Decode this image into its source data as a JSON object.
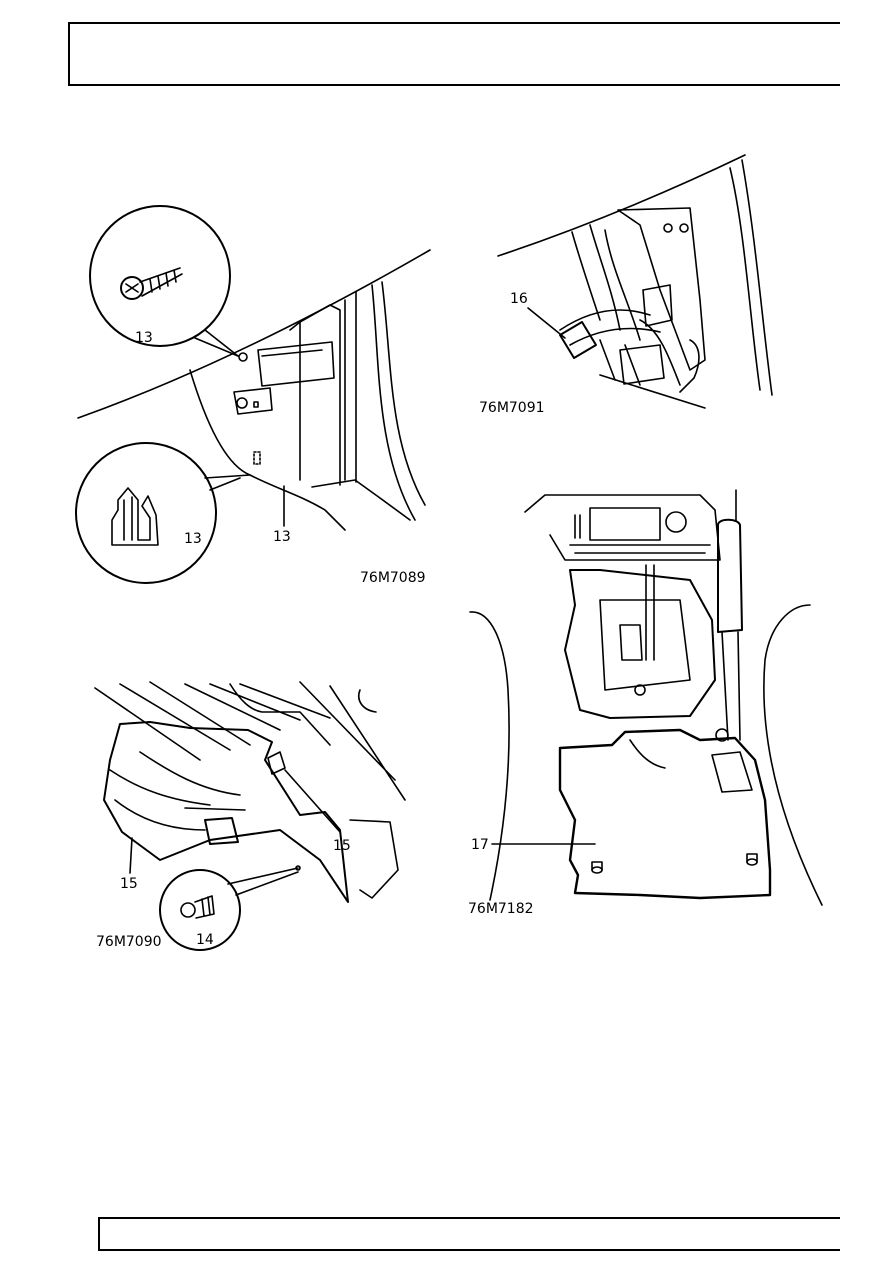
{
  "figures": [
    {
      "id": "76M7089",
      "callouts": [
        "13",
        "13",
        "13"
      ]
    },
    {
      "id": "76M7091",
      "callouts": [
        "16"
      ]
    },
    {
      "id": "76M7090",
      "callouts": [
        "15",
        "15",
        "14"
      ]
    },
    {
      "id": "76M7182",
      "callouts": [
        "17"
      ]
    }
  ]
}
